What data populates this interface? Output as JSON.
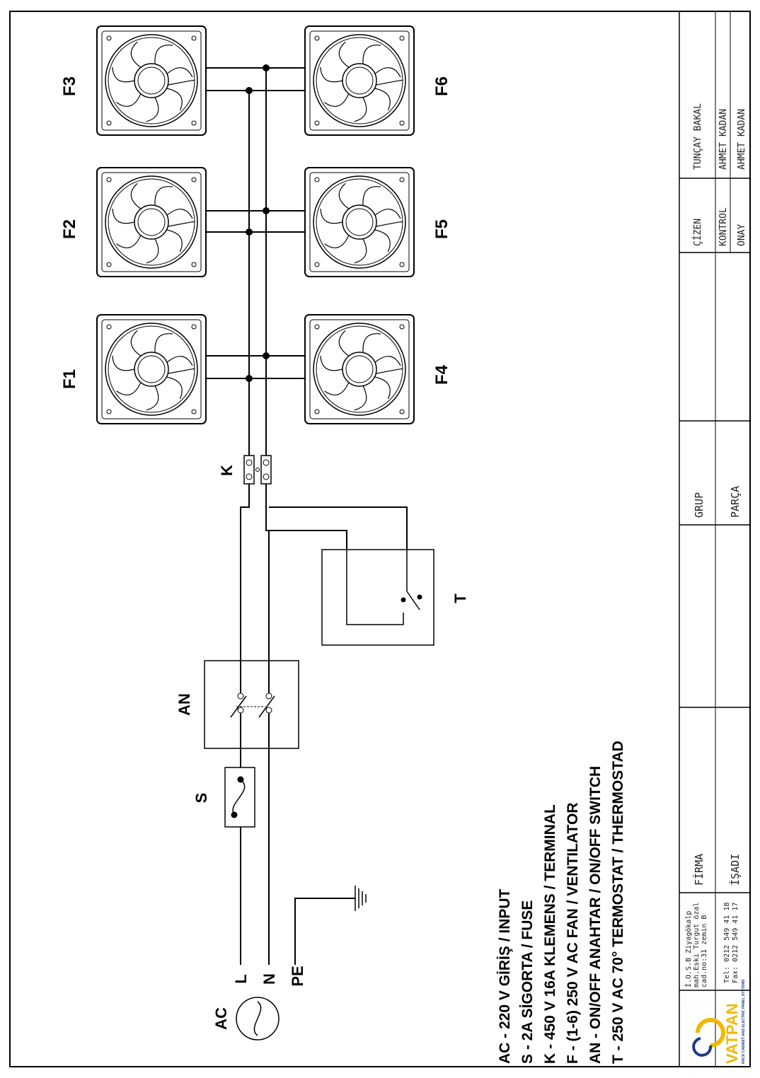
{
  "labels": {
    "fans": [
      "F1",
      "F2",
      "F3",
      "F4",
      "F5",
      "F6"
    ],
    "terminal": "K",
    "switch": "AN",
    "fuse": "S",
    "thermostat": "T",
    "ac": "AC",
    "line": "L",
    "neutral": "N",
    "earth": "PE"
  },
  "legend": [
    "AC - 220 V  GİRİŞ / INPUT",
    "S   -  2A SİGORTA / FUSE",
    "K   - 450 V  16A KLEMENS / TERMINAL",
    "F   - (1-6) 250 V AC FAN / VENTILATOR",
    "AN - ON/OFF ANAHTAR / ON/OFF SWITCH",
    "T   - 250 V  AC 70° TERMOSTAT / THERMOSTAD"
  ],
  "title_block": {
    "logo_text": "VATPAN",
    "logo_subtext": "RACK CABINET AND ELECTRIC PANEL SYSTEMS",
    "address": [
      "İ.O.S.B Ziyagökalp",
      "mah.Eski Turgut özal",
      "cad.no:31 zemin B"
    ],
    "phones": [
      "Tel: 0212 549 41 18",
      "Fax: 0212 549 41 17"
    ],
    "firma_label": "FİRMA",
    "isadi_label": "İŞADI",
    "grup_label": "GRUP",
    "parca_label": "PARÇA",
    "cizen_label": "ÇİZEN",
    "kontrol_label": "KONTROL",
    "onay_label": "ONAY",
    "cizen_name": "TUNÇAY BAKAL",
    "kontrol_name": "AHMET KADAN",
    "onay_name": "AHMET KADAN"
  },
  "colors": {
    "logo_yellow": "#f2b705",
    "logo_blue": "#1f3a8a",
    "ink": "#000000"
  }
}
